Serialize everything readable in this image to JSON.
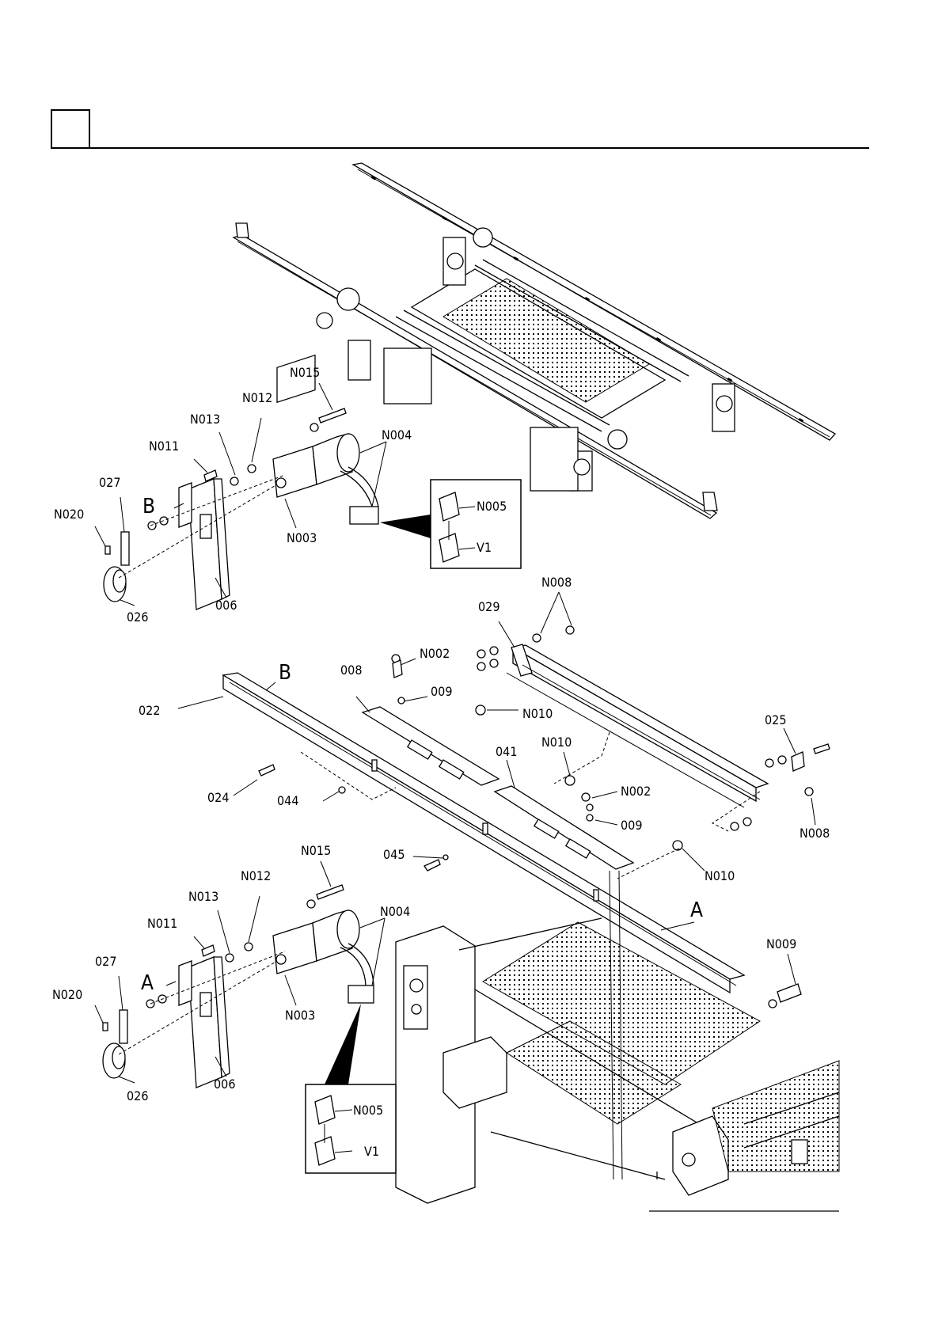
{
  "callouts": {
    "top": {
      "n015": "N015",
      "n012": "N012",
      "n013": "N013",
      "n011": "N011",
      "n004": "N004",
      "p027": "027",
      "b": "B",
      "n020": "N020",
      "n003": "N003",
      "p026": "026",
      "p006": "006",
      "inset_n005": "N005",
      "inset_v1": "V1"
    },
    "middle": {
      "n008_top": "N008",
      "p029": "029",
      "n002_a": "N002",
      "p008": "008",
      "b": "B",
      "p009_a": "009",
      "n010_a": "N010",
      "p022": "022",
      "n010_b": "N010",
      "p025": "025",
      "p041": "041",
      "n002_b": "N002",
      "p024": "024",
      "p044": "044",
      "p009_b": "009",
      "n008_right": "N008",
      "p045": "045",
      "n010_c": "N010",
      "a": "A"
    },
    "bottom": {
      "n015": "N015",
      "n012": "N012",
      "n013": "N013",
      "n004": "N004",
      "n011": "N011",
      "n009": "N009",
      "p027": "027",
      "a": "A",
      "n020": "N020",
      "n003": "N003",
      "p026": "026",
      "p006": "006",
      "inset_n005": "N005",
      "inset_v1": "V1"
    }
  }
}
